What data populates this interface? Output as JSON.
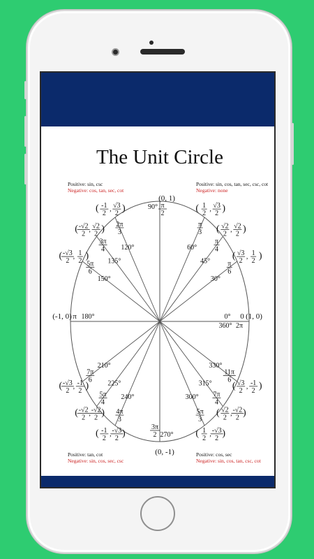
{
  "title": "The Unit Circle",
  "quadrant_notes": {
    "q2": {
      "positive": "Positive: sin, csc",
      "negative": "Negative: cos, tan, sec, cot"
    },
    "q1": {
      "positive": "Positive: sin, cos, tan, sec, csc, cot",
      "negative": "Negative: none"
    },
    "q3": {
      "positive": "Positive: tan, cot",
      "negative": "Negative: sin, cos, sec, csc"
    },
    "q4": {
      "positive": "Positive: cos, sec",
      "negative": "Negative: sin, cos, tan, csc, cot"
    }
  },
  "axis_points": {
    "top": "(0, 1)",
    "bottom": "(0, -1)",
    "left": "(-1, 0)",
    "right": "(1, 0)"
  },
  "axis_angles": {
    "top_rad_num": "π",
    "top_rad_den": "2",
    "top_deg": "90°",
    "left_rad": "π",
    "left_deg": "180°",
    "right_rad_zero": "0",
    "right_deg_zero": "0°",
    "right_deg": "360°",
    "right_rad": "2π",
    "bottom_rad_num": "3π",
    "bottom_rad_den": "2",
    "bottom_deg": "270°"
  },
  "colors": {
    "phone_bg": "#2ecc71",
    "bar": "#0b2a6b",
    "negative_text": "#cc2222",
    "line": "#555555"
  },
  "angles": [
    {
      "deg": 30,
      "deg_label": "30°",
      "rad_num": "π",
      "rad_den": "6",
      "cx": "√3",
      "cy": "1"
    },
    {
      "deg": 45,
      "deg_label": "45°",
      "rad_num": "π",
      "rad_den": "4",
      "cx": "√2",
      "cy": "√2"
    },
    {
      "deg": 60,
      "deg_label": "60°",
      "rad_num": "π",
      "rad_den": "3",
      "cx": "1",
      "cy": "√3"
    },
    {
      "deg": 120,
      "deg_label": "120°",
      "rad_num": "2π",
      "rad_den": "3",
      "cx": "-1",
      "cy": "√3"
    },
    {
      "deg": 135,
      "deg_label": "135°",
      "rad_num": "3π",
      "rad_den": "4",
      "cx": "-√2",
      "cy": "√2"
    },
    {
      "deg": 150,
      "deg_label": "150°",
      "rad_num": "5π",
      "rad_den": "6",
      "cx": "-√3",
      "cy": "1"
    },
    {
      "deg": 210,
      "deg_label": "210°",
      "rad_num": "7π",
      "rad_den": "6",
      "cx": "-√3",
      "cy": "-1"
    },
    {
      "deg": 225,
      "deg_label": "225°",
      "rad_num": "5π",
      "rad_den": "4",
      "cx": "-√2",
      "cy": "-√2"
    },
    {
      "deg": 240,
      "deg_label": "240°",
      "rad_num": "4π",
      "rad_den": "3",
      "cx": "-1",
      "cy": "-√3"
    },
    {
      "deg": 300,
      "deg_label": "300°",
      "rad_num": "5π",
      "rad_den": "3",
      "cx": "1",
      "cy": "-√3"
    },
    {
      "deg": 315,
      "deg_label": "315°",
      "rad_num": "7π",
      "rad_den": "4",
      "cx": "√2",
      "cy": "-√2"
    },
    {
      "deg": 330,
      "deg_label": "330°",
      "rad_num": "11π",
      "rad_den": "6",
      "cx": "√3",
      "cy": "-1"
    }
  ],
  "coord_den": "2"
}
